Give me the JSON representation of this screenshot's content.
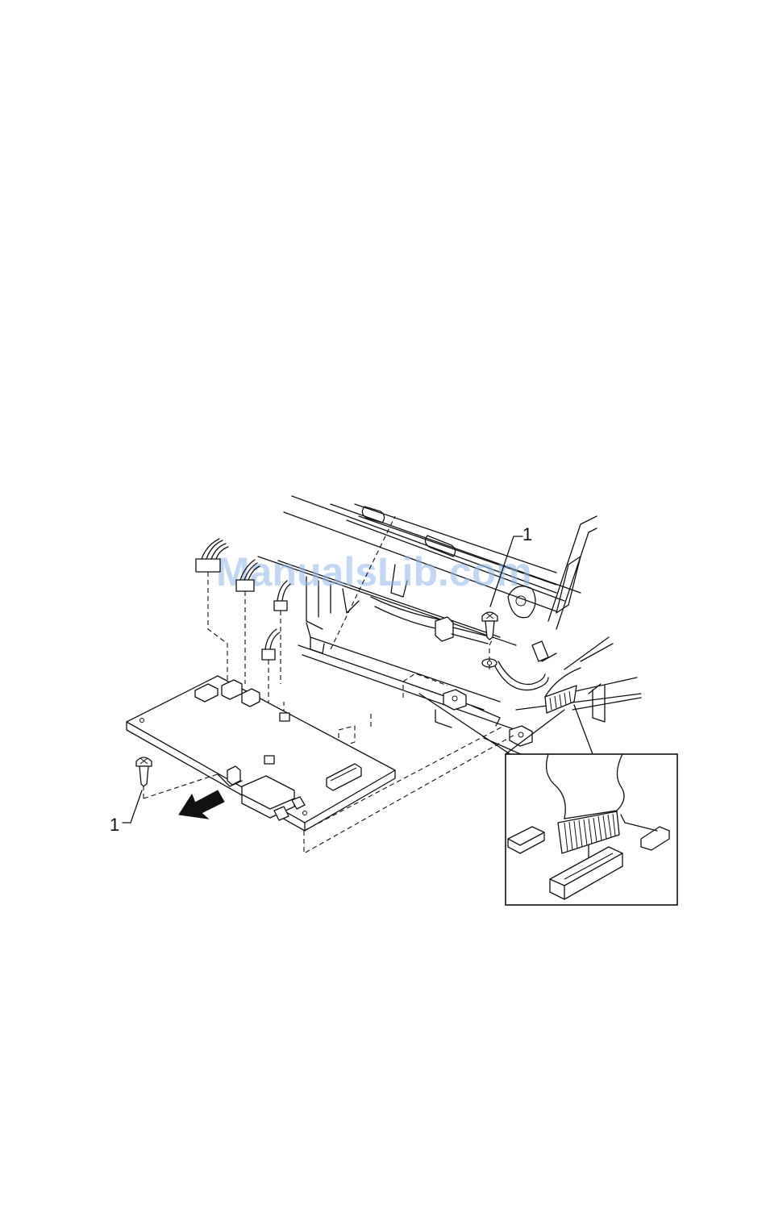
{
  "callouts": [
    {
      "id": "callout-screw-left",
      "label": "1"
    },
    {
      "id": "callout-screw-right",
      "label": "1"
    }
  ],
  "watermark": {
    "text": "ManualsLib.com",
    "color": "#8fb7e6"
  },
  "arrow": {
    "direction": "down-left"
  }
}
